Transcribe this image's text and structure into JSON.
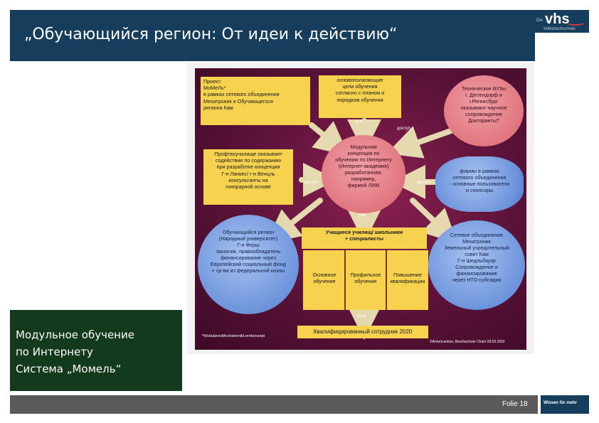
{
  "header": {
    "title": "„Обучающийся регион: От идеи к действию“"
  },
  "logo": {
    "word": "vhs",
    "prefix": "Die",
    "subtitle": "Volkshochschule"
  },
  "diagram": {
    "project_box": [
      "Проект:",
      "МоМеЛь*",
      "в рамках сетевого объединения",
      "Мехатроник и Обучающегося",
      "региона Кам"
    ],
    "goals_box": [
      "основополагающие",
      "цели обучения",
      "согласно с планом и",
      "порядком обучения"
    ],
    "universities_box": [
      "Технические ВУЗы",
      "г. Деггендорф и",
      "г.Регенсбург",
      "оказывают научное",
      "сопровождение",
      "Докторанты?"
    ],
    "vocational_box": [
      "Профтехучилище оказывает",
      "содействие по содержанию",
      "при разработке концепции",
      "Г-н Ланкес/ г-н Венцль",
      "консультанты на",
      "гонорарной основе"
    ],
    "center_oval": [
      "Модульная",
      "концепция по",
      "обучению по Интернету",
      "(Интернет-академия)",
      "разработанная,",
      "например,",
      "фирмой ЛИМ"
    ],
    "firms_box": [
      "фирмы в рамках",
      "сетевого объединения",
      "- основные пользователи",
      "и спонсоры"
    ],
    "students_box": [
      "Учащиеся училищ/ школьники",
      "+ специалисты"
    ],
    "region_oval": [
      "Обучающийся регион",
      "(Народный университет)",
      "Г-н Ферш",
      "заказчик, правообладатель",
      "финансирование через",
      "Европейский социальный фонд",
      "+ ср-ва из федеральной казны"
    ],
    "network_oval": [
      "Сетевое объединение",
      "Мехатроник",
      "Земельный учредительный",
      "совет Кам",
      "Г-н Шедльбауэр",
      "Сопровождение и",
      "финансирование",
      "через НТО-субсидии"
    ],
    "col_basic": [
      "Основное",
      "обучение"
    ],
    "col_profile": [
      "Профильное",
      "обучение"
    ],
    "col_advanced": [
      "Повышение",
      "квалификации"
    ],
    "result_box": "Квалифицированный сотрудник 2020",
    "tags": {
      "for": "для",
      "access_top": "доступ",
      "access_left": "доступ",
      "access_right": "доступ",
      "for_bottom": "для",
      "goal": "цель"
    },
    "footnote": "*ModularesMechatronikLernkonzept",
    "copyright": "©AntonLankes, Berufsschule Cham 09.03.2002"
  },
  "caption": {
    "line1": "Модульное обучение",
    "line2": "по Интернету",
    "line3": "Система „Момель“"
  },
  "footer": {
    "slide": "Folie 18",
    "brand": "Wissen für mehr"
  },
  "colors": {
    "header": "#173d5c",
    "caption": "#143a1d",
    "box": "#f6d24f",
    "footer": "#5a5a5a"
  }
}
